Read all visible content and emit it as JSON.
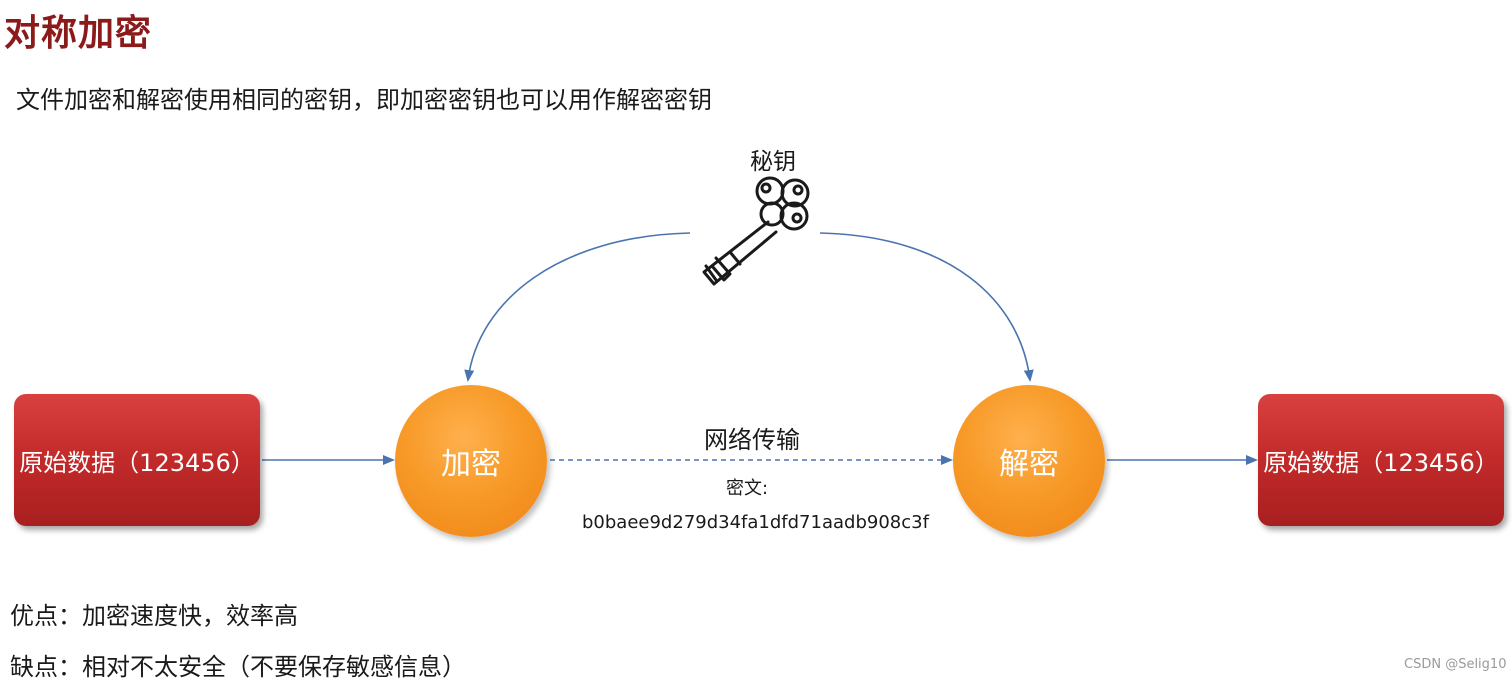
{
  "slide": {
    "title": "对称加密",
    "description": "文件加密和解密使用相同的密钥，即加密密钥也可以用作解密密钥"
  },
  "diagram": {
    "key_label": "秘钥",
    "source_box": "原始数据（123456）",
    "encrypt_node": "加密",
    "transfer_label": "网络传输",
    "cipher_label": "密文:",
    "cipher_value": "b0baee9d279d34fa1dfd71aadb908c3f",
    "decrypt_node": "解密",
    "target_box": "原始数据（123456）",
    "icons": [
      "key-icon"
    ],
    "colors": {
      "title": "#8b1a1a",
      "data_box": "#c42b2b",
      "process_node": "#f79a28",
      "arrow": "#4a74b0"
    }
  },
  "notes": {
    "pros": "优点：加密速度快，效率高",
    "cons": "缺点：相对不太安全（不要保存敏感信息）"
  },
  "watermark": "CSDN @Selig10"
}
